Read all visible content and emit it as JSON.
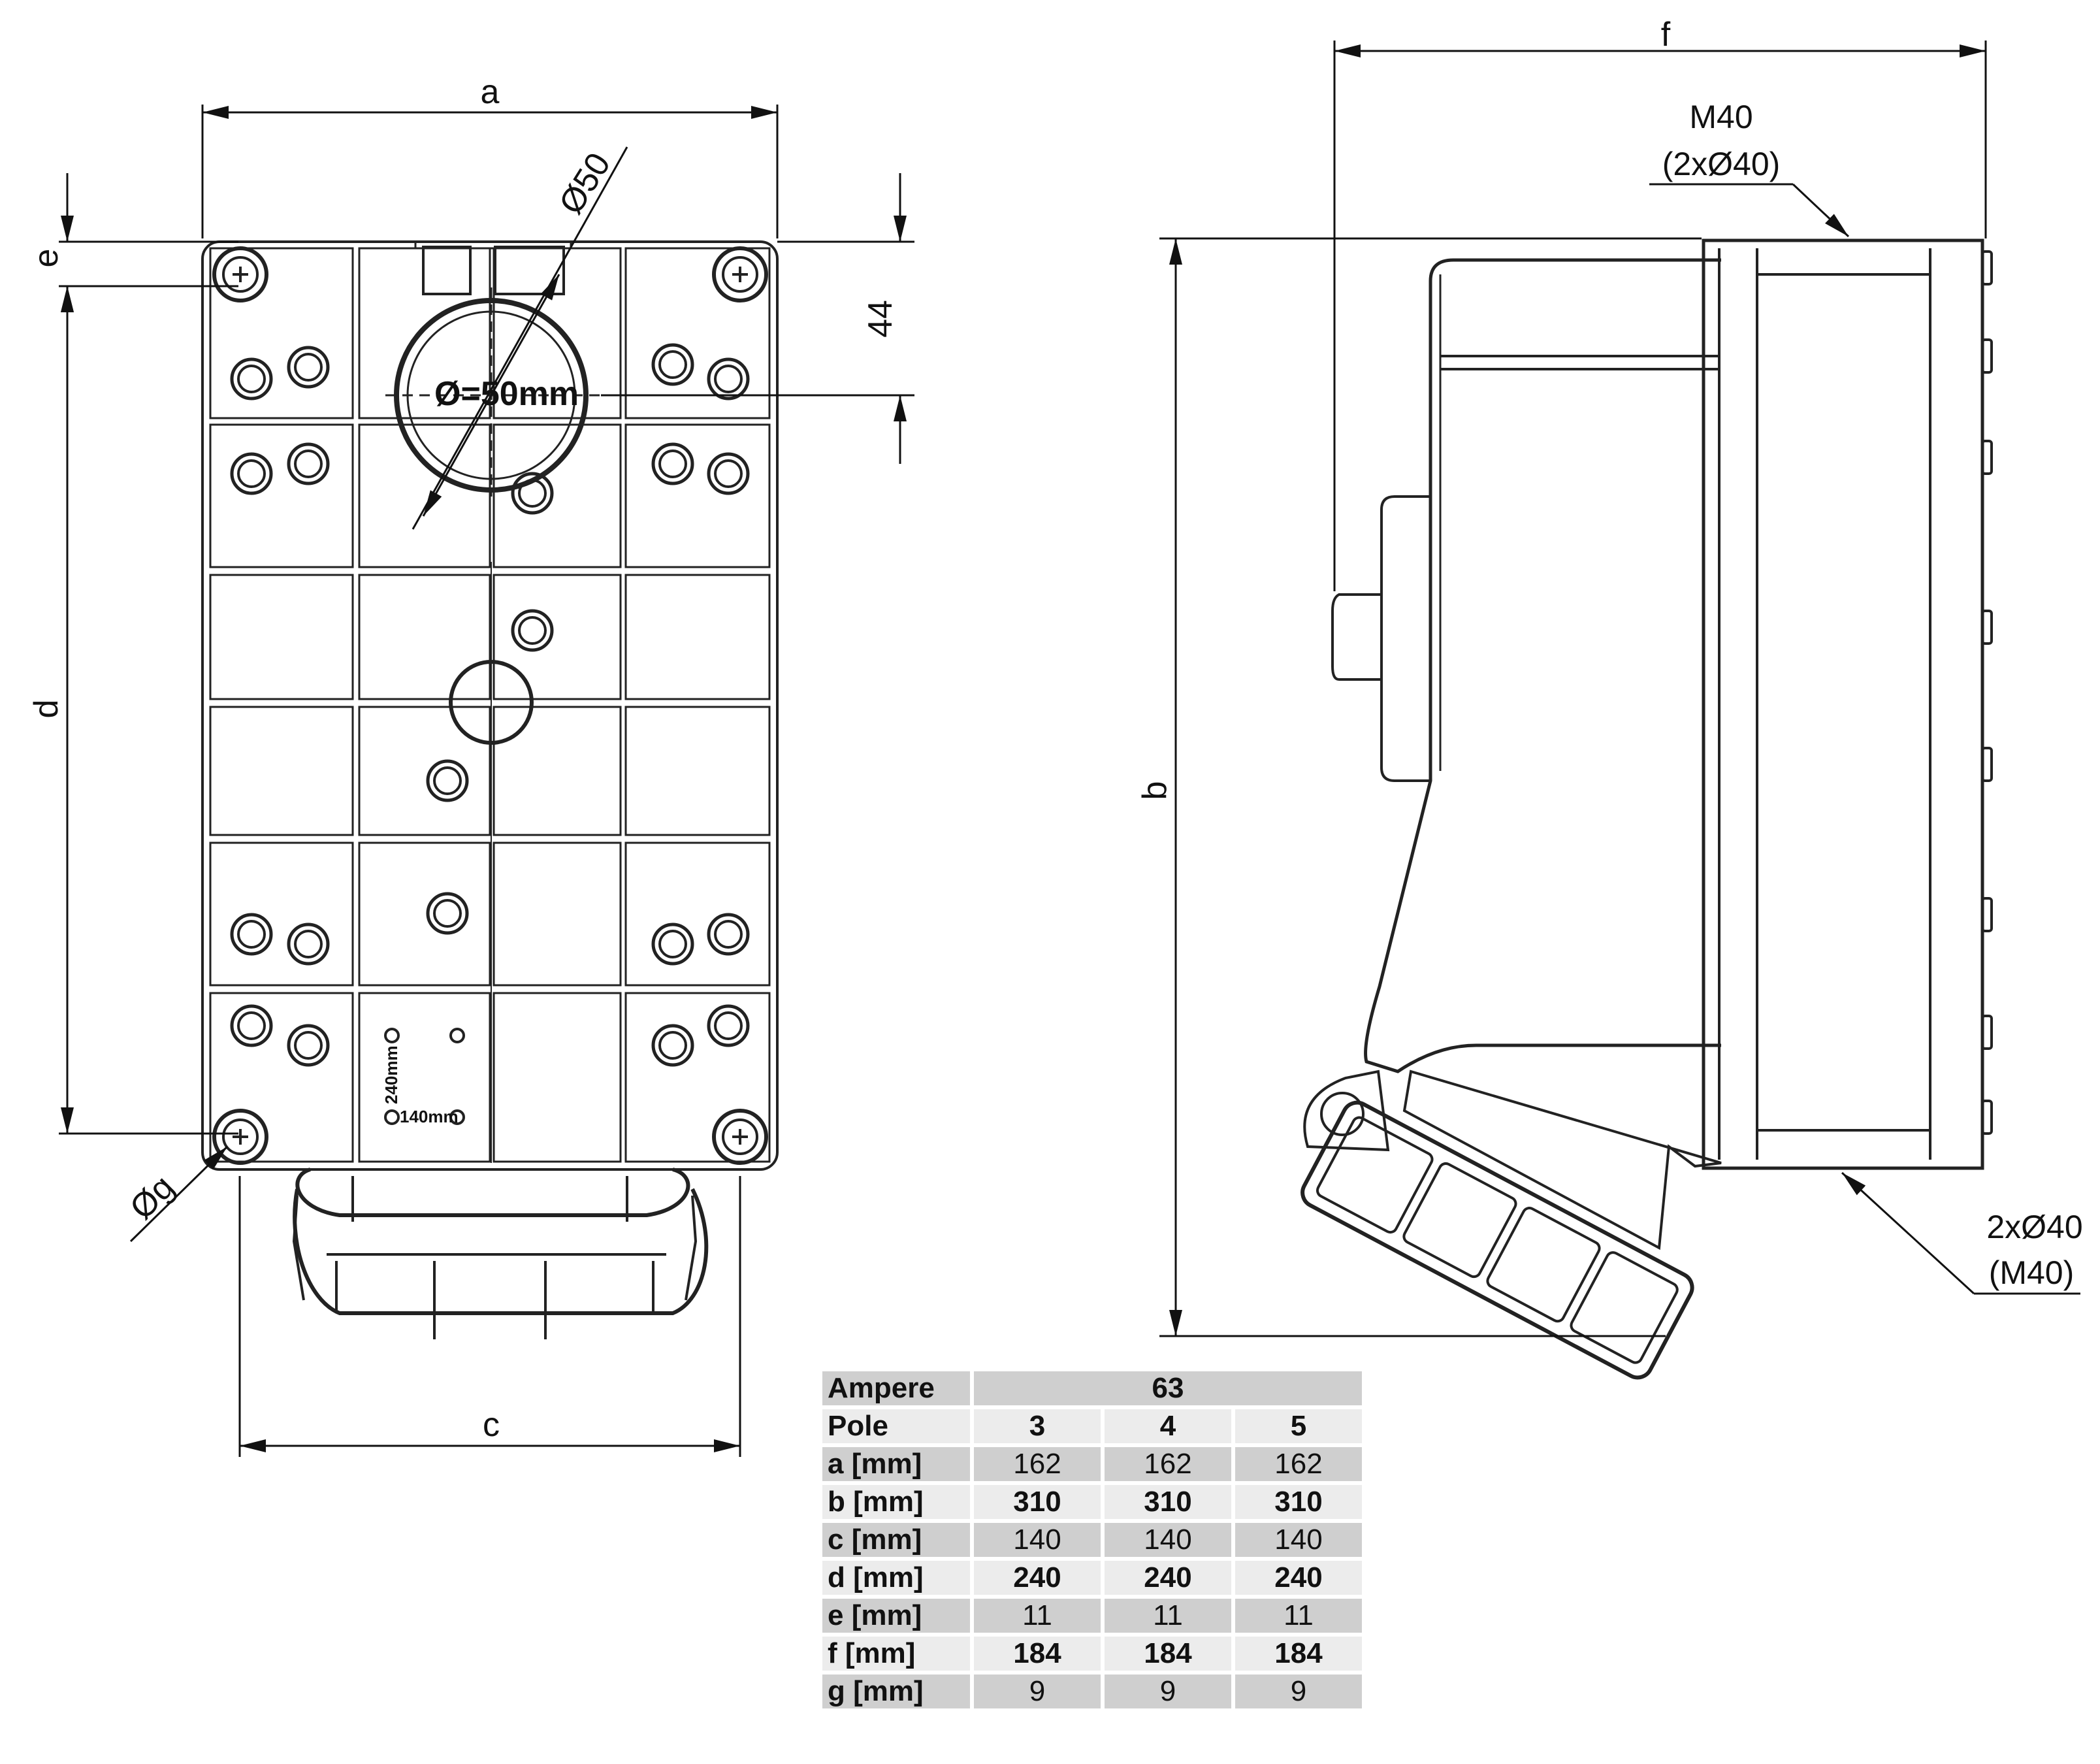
{
  "front_view": {
    "dim_a": "a",
    "dim_c": "c",
    "dim_d": "d",
    "dim_e": "e",
    "dim_g": "Øg",
    "dim_44": "44",
    "dim_phi50": "Ø50",
    "hole_label": "Ø=50mm",
    "spacing_240": "240mm",
    "spacing_140": "140mm"
  },
  "side_view": {
    "dim_f": "f",
    "dim_b": "b",
    "top_callout_line1": "M40",
    "top_callout_line2": "(2xØ40)",
    "bottom_callout_line1": "2xØ40",
    "bottom_callout_line2": "(M40)"
  },
  "table": {
    "rows": [
      {
        "label": "Ampere",
        "values": [
          "63"
        ],
        "span": true,
        "style": "odd",
        "bold": true
      },
      {
        "label": "Pole",
        "values": [
          "3",
          "4",
          "5"
        ],
        "style": "even",
        "bold": true
      },
      {
        "label": "a [mm]",
        "values": [
          "162",
          "162",
          "162"
        ],
        "style": "odd",
        "bold": false
      },
      {
        "label": "b [mm]",
        "values": [
          "310",
          "310",
          "310"
        ],
        "style": "even",
        "bold": true
      },
      {
        "label": "c [mm]",
        "values": [
          "140",
          "140",
          "140"
        ],
        "style": "odd",
        "bold": false
      },
      {
        "label": "d [mm]",
        "values": [
          "240",
          "240",
          "240"
        ],
        "style": "even",
        "bold": true
      },
      {
        "label": "e [mm]",
        "values": [
          "11",
          "11",
          "11"
        ],
        "style": "odd",
        "bold": false
      },
      {
        "label": "f [mm]",
        "values": [
          "184",
          "184",
          "184"
        ],
        "style": "even",
        "bold": true
      },
      {
        "label": "g [mm]",
        "values": [
          "9",
          "9",
          "9"
        ],
        "style": "odd",
        "bold": false
      }
    ]
  }
}
